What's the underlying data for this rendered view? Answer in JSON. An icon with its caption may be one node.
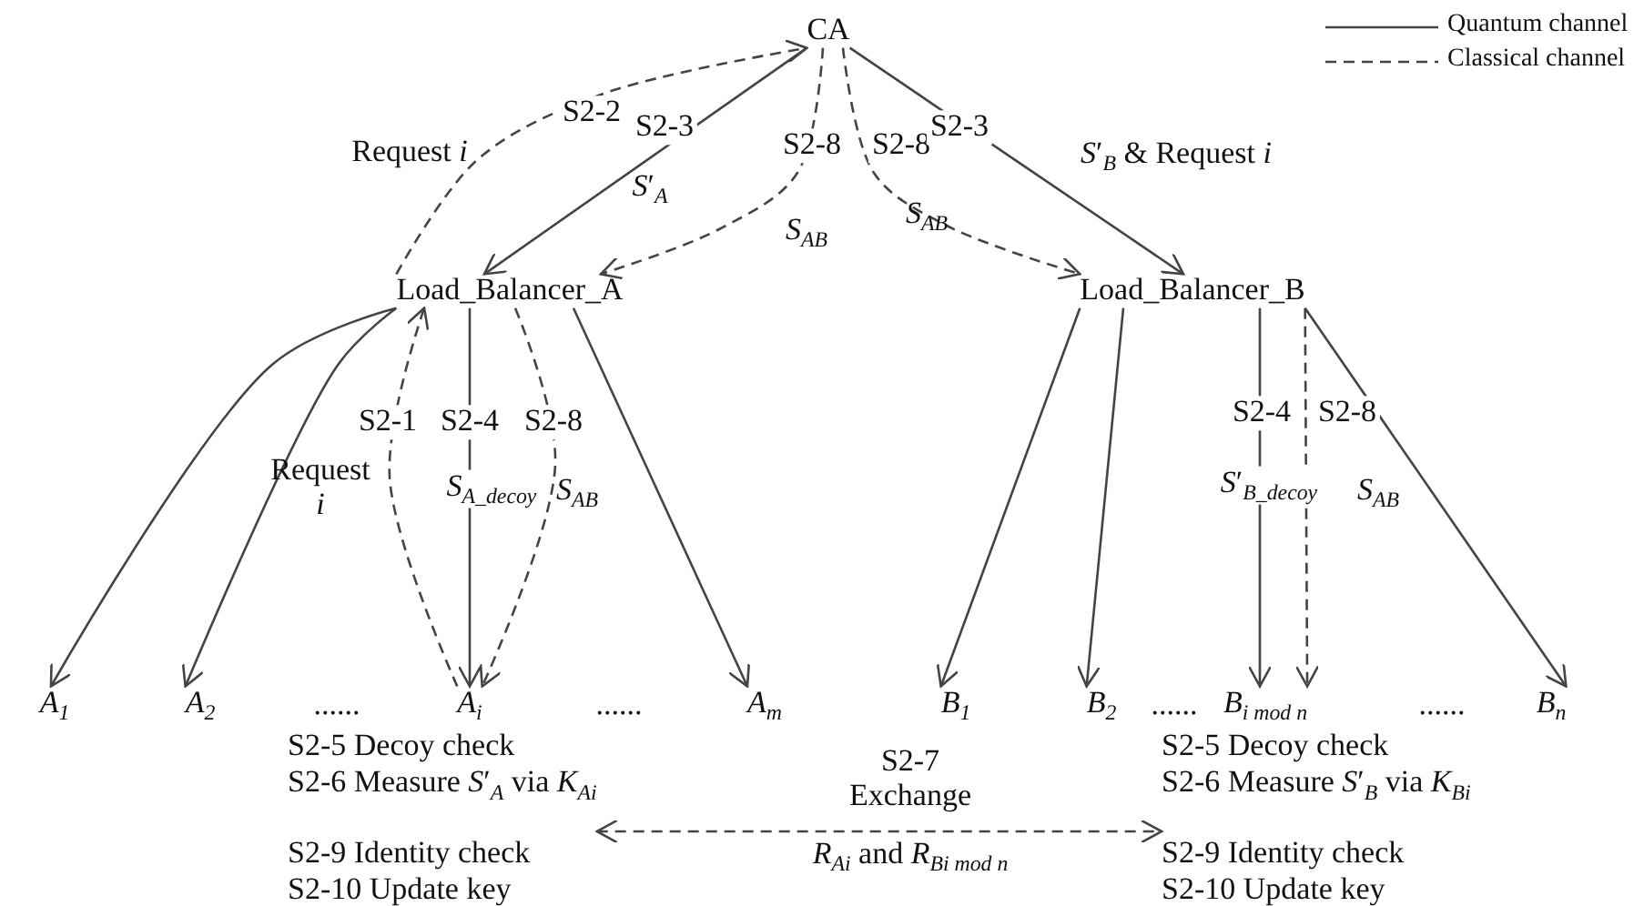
{
  "diagram": {
    "nodes": [
      {
        "text": [
          "CA"
        ]
      },
      {
        "text": [
          "Load_Balancer_A"
        ]
      },
      {
        "text": [
          "Load_Balancer_B"
        ]
      },
      {
        "text": [
          "*A*$_{1}$"
        ]
      },
      {
        "text": [
          "*A*$_{2}$"
        ]
      },
      {
        "text": [
          "*A*$_{i}$"
        ]
      },
      {
        "text": [
          "*A*$_{m}$"
        ]
      },
      {
        "text": [
          "*B*$_{1}$"
        ]
      },
      {
        "text": [
          "*B*$_{2}$"
        ]
      },
      {
        "text": [
          "*B*$_{i mod n}$"
        ]
      },
      {
        "text": [
          "*B*$_{n}$"
        ]
      },
      {
        "text": [
          "S2-5 Decoy check",
          "S2-6 Measure *S*′$_{A}$ via *K*$_{Ai}$",
          "S2-9 Identity check",
          "S2-10 Update key"
        ]
      },
      {
        "text": [
          "S2-5 Decoy check",
          "S2-6 Measure *S*′$_{B}$ via *K*$_{Bi}$",
          "S2-9 Identity check",
          "S2-10 Update key"
        ]
      }
    ],
    "edges": [
      {
        "from": 1,
        "to": 0,
        "arrow": "to",
        "style": "dashed",
        "label": "S2-2"
      },
      {
        "from": 0,
        "to": 1,
        "arrow": "to",
        "label": "S2-3"
      },
      {
        "from": 0,
        "to": 1,
        "arrow": "to",
        "style": "dashed",
        "label": "S2-8"
      },
      {
        "from": 0,
        "to": 2,
        "arrow": "to",
        "style": "dashed",
        "label": "S2-8"
      },
      {
        "from": 0,
        "to": 2,
        "arrow": "to",
        "label": "S2-3"
      },
      {
        "from": 1,
        "to": 3,
        "arrow": "to"
      },
      {
        "from": 1,
        "to": 4,
        "arrow": "to"
      },
      {
        "from": 5,
        "to": 1,
        "arrow": "to",
        "style": "dashed",
        "label": "S2-1"
      },
      {
        "from": 1,
        "to": 5,
        "arrow": "to",
        "label": "S2-4"
      },
      {
        "from": 1,
        "to": 5,
        "arrow": "to",
        "style": "dashed",
        "label": "S2-8"
      },
      {
        "from": 1,
        "to": 6,
        "arrow": "to"
      },
      {
        "from": 2,
        "to": 7,
        "arrow": "to"
      },
      {
        "from": 2,
        "to": 8,
        "arrow": "to"
      },
      {
        "from": 2,
        "to": 9,
        "arrow": "to",
        "label": "S2-4"
      },
      {
        "from": 2,
        "to": 9,
        "arrow": "to",
        "style": "dashed",
        "label": "S2-8"
      },
      {
        "from": 2,
        "to": 10,
        "arrow": "to"
      },
      {
        "from": 11,
        "to": 12,
        "arrow": "both",
        "style": "dashed",
        "label": "S2-7 Exchange"
      }
    ],
    "labels": [
      "Request *i*",
      "*S*′$_{A}$",
      "*S*$_{AB}$",
      "*S*$_{AB}$",
      "*S*′$_{B}$ & Request *i*",
      "Request *i*",
      "*S*$_{A_decoy}$",
      "*S*$_{AB}$",
      "*S*′$_{B_decoy}$",
      "*S*$_{AB}$",
      "......",
      "......",
      "......",
      "......",
      "*R*$_{Ai}$ and *R*$_{Bi mod n}$"
    ],
    "legend": [
      {
        "text": "Quantum channel"
      },
      {
        "text": "Classical channel"
      }
    ]
  }
}
